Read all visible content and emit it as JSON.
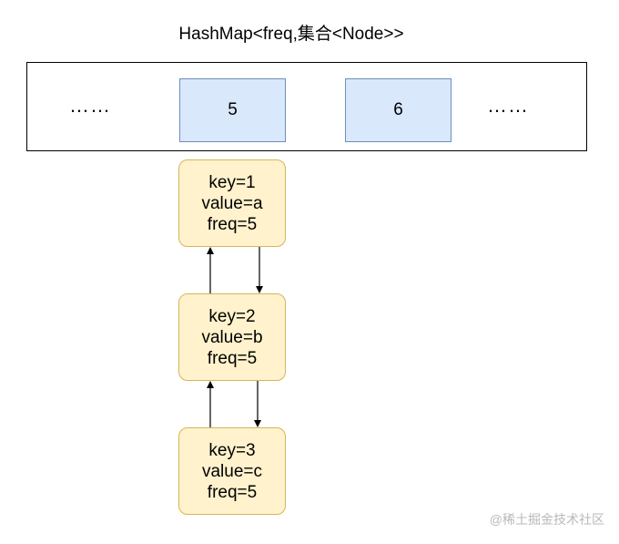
{
  "title": "HashMap<freq,集合<Node>>",
  "hashmap": {
    "ellipsis_left": "……",
    "ellipsis_right": "……",
    "buckets": [
      {
        "label": "5"
      },
      {
        "label": "6"
      }
    ]
  },
  "nodes": [
    {
      "key": "key=1",
      "value": "value=a",
      "freq": "freq=5"
    },
    {
      "key": "key=2",
      "value": "value=b",
      "freq": "freq=5"
    },
    {
      "key": "key=3",
      "value": "value=c",
      "freq": "freq=5"
    }
  ],
  "watermark": "@稀土掘金技术社区",
  "colors": {
    "bucket_fill": "#dae8fc",
    "bucket_stroke": "#6c8ebf",
    "node_fill": "#fff2cc",
    "node_stroke": "#d6b656"
  }
}
